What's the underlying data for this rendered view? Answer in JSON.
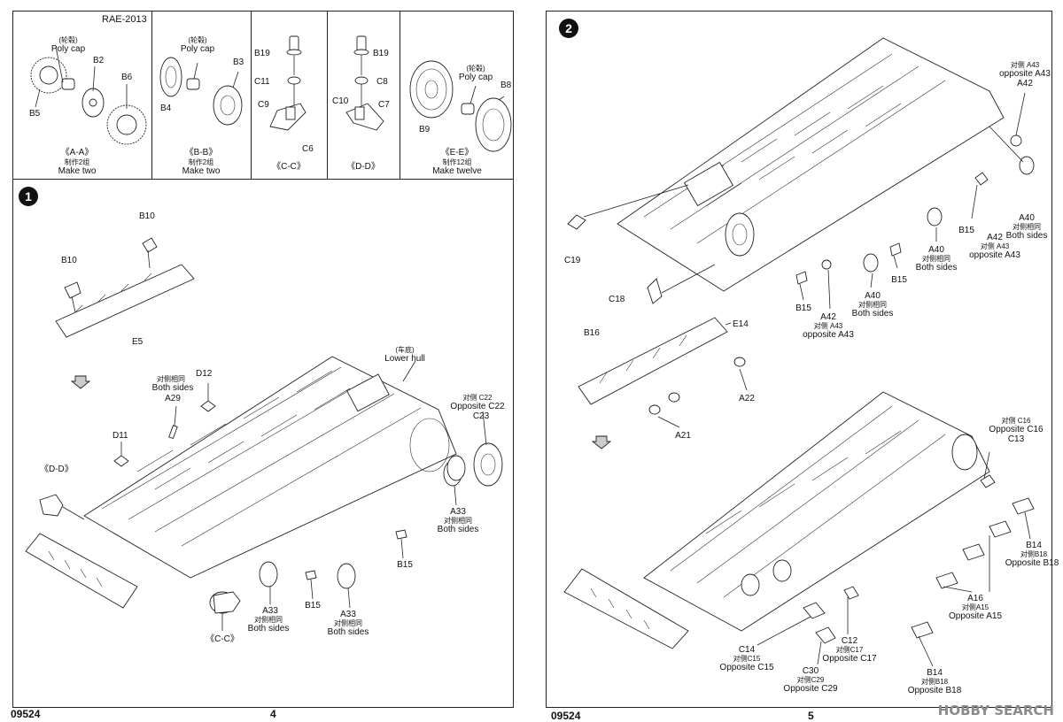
{
  "header": {
    "kit_ref": "RAE-2013"
  },
  "subassemblies": [
    {
      "id": "A-A",
      "title": "《A-A》",
      "count_cn": "制作2组",
      "count": "Make two",
      "parts": [
        "(轮毂)",
        "Poly cap",
        "B2",
        "B6",
        "B5"
      ]
    },
    {
      "id": "B-B",
      "title": "《B-B》",
      "count_cn": "制作2组",
      "count": "Make two",
      "parts": [
        "(轮毂)",
        "Poly cap",
        "B3",
        "B4"
      ]
    },
    {
      "id": "C-C",
      "title": "《C-C》",
      "parts": [
        "B19",
        "C11",
        "C9",
        "C6"
      ]
    },
    {
      "id": "D-D",
      "title": "《D-D》",
      "parts": [
        "B19",
        "C8",
        "C10",
        "C7"
      ]
    },
    {
      "id": "E-E",
      "title": "《E-E》",
      "count_cn": "制作12组",
      "count": "Make twelve",
      "parts": [
        "(轮毂)",
        "Poly cap",
        "B8",
        "B9"
      ]
    }
  ],
  "step1": {
    "number": "1",
    "labels": {
      "b10_top": "B10",
      "b10_left": "B10",
      "e5": "E5",
      "lower_hull_cn": "(车底)",
      "lower_hull": "Lower hull",
      "c22_cn": "对侧 C22",
      "c22": "Opposite C22",
      "c23": "C23",
      "d12": "D12",
      "a29_cn": "对侧相同",
      "a29_both": "Both sides",
      "a29": "A29",
      "d11": "D11",
      "dd": "《D-D》",
      "cc": "《C-C》",
      "a33_right": "A33",
      "a33_right_cn": "对侧相同",
      "a33_right_both": "Both sides",
      "b15_right": "B15",
      "b15_mid": "B15",
      "a33_l": "A33",
      "a33_l_cn": "对侧相同",
      "a33_l_both": "Both sides",
      "a33_m": "A33",
      "a33_m_cn": "对侧相同",
      "a33_m_both": "Both sides"
    }
  },
  "step2": {
    "number": "2",
    "labels": {
      "a43_cn": "对侧 A43",
      "a43_opp": "opposite A43",
      "a42_top": "A42",
      "c19": "C19",
      "c18": "C18",
      "a40_r": "A40",
      "a40_r_cn": "对侧相同",
      "a40_r_both": "Both sides",
      "b15_a": "B15",
      "a42_r": "A42",
      "a42_r_cn": "对侧 A43",
      "a42_r_opp": "opposite A43",
      "a40_m": "A40",
      "a40_m_cn": "对侧相同",
      "a40_m_both": "Both sides",
      "b15_b": "B15",
      "a40_l": "A40",
      "a40_l_cn": "对侧相同",
      "a40_l_both": "Both sides",
      "b15_c": "B15",
      "a42_l": "A42",
      "a42_l_cn": "对侧 A43",
      "a42_l_opp": "opposite A43",
      "b16": "B16",
      "e14": "E14",
      "a22": "A22",
      "a21": "A21",
      "c16_cn": "对侧 C16",
      "c16": "Opposite C16",
      "c13": "C13",
      "b14_top": "B14",
      "b14_top_cn": "对侧B18",
      "b14_top_opp": "Opposite B18",
      "a16": "A16",
      "a16_cn": "对侧A15",
      "a16_opp": "Opposite A15",
      "c14": "C14",
      "c14_cn": "对侧C15",
      "c14_opp": "Opposite C15",
      "c12": "C12",
      "c12_cn": "对侧C17",
      "c12_opp": "Opposite C17",
      "c30": "C30",
      "c30_cn": "对侧C29",
      "c30_opp": "Opposite C29",
      "b14_bot": "B14",
      "b14_bot_cn": "对侧B18",
      "b14_bot_opp": "Opposite B18"
    }
  },
  "footer": {
    "left_code": "09524",
    "left_page": "4",
    "right_code": "09524",
    "right_page": "5",
    "watermark": "HOBBY SEARCH"
  }
}
